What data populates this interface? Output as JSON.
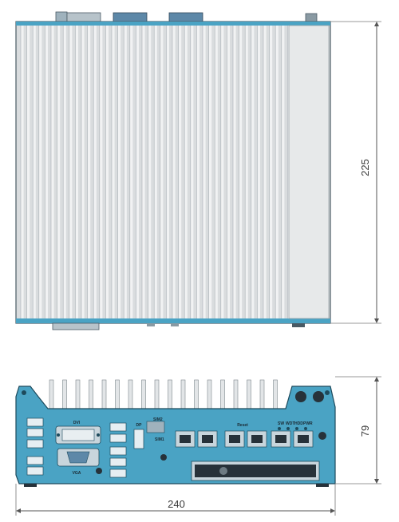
{
  "dimensions": {
    "depth": "225",
    "height": "79",
    "width": "240"
  },
  "front_panel": {
    "labels": {
      "dvi": "DVI",
      "vga": "VGA",
      "dp": "DP",
      "sim2": "SIM2",
      "sim1": "SIM1",
      "reset": "Reset",
      "led_labels": [
        "SW",
        "WDT",
        "HDD",
        "PWR"
      ]
    }
  },
  "colors": {
    "panel_blue": "#4aa3c4",
    "heatsink_gray": "#cfd3d6",
    "dimension_line": "#555555"
  }
}
